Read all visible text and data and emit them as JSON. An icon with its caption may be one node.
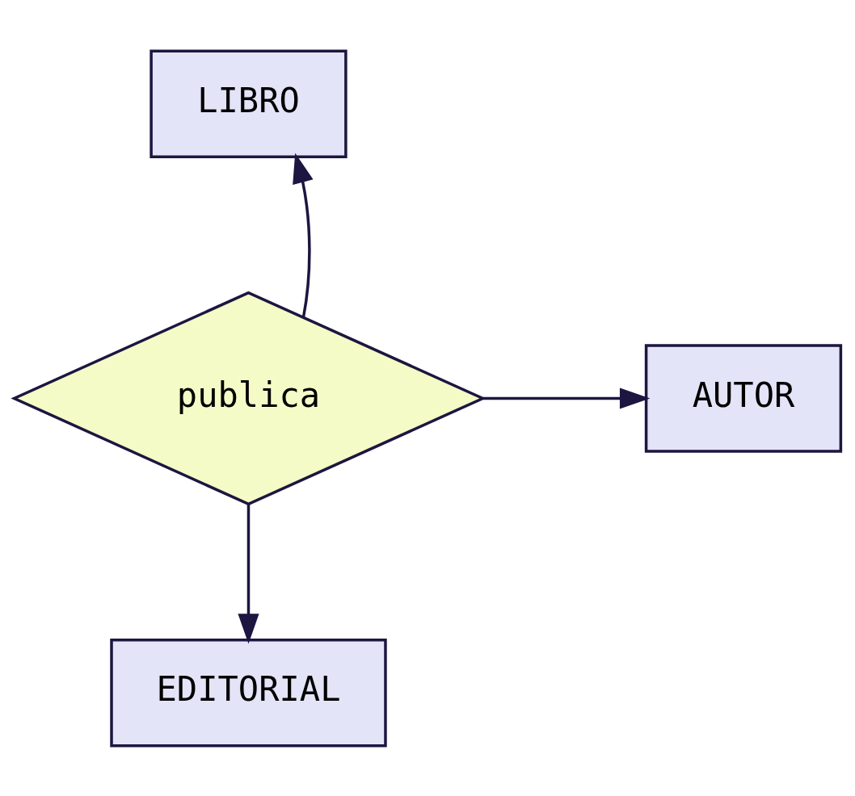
{
  "diagram": {
    "nodes": [
      {
        "text": [
          "LIBRO"
        ]
      },
      {
        "text": [
          "publica"
        ]
      },
      {
        "text": [
          "AUTOR"
        ]
      },
      {
        "text": [
          "EDITORIAL"
        ]
      }
    ],
    "edges": [
      {
        "from": 1,
        "to": 0,
        "arrow": "to"
      },
      {
        "from": 1,
        "to": 2,
        "arrow": "to"
      },
      {
        "from": 1,
        "to": 3,
        "arrow": "to"
      }
    ]
  }
}
